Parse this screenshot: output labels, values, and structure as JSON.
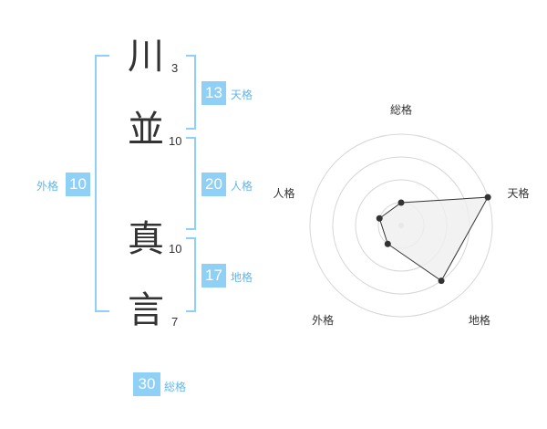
{
  "name": {
    "chars": [
      {
        "char": "川",
        "strokes": "3"
      },
      {
        "char": "並",
        "strokes": "10"
      },
      {
        "char": "真",
        "strokes": "10"
      },
      {
        "char": "言",
        "strokes": "7"
      }
    ]
  },
  "scores": {
    "tenkaku": {
      "value": "13",
      "label": "天格"
    },
    "jinkaku": {
      "value": "20",
      "label": "人格"
    },
    "chikaku": {
      "value": "17",
      "label": "地格"
    },
    "gaikaku": {
      "value": "10",
      "label": "外格"
    },
    "soukaku": {
      "value": "30",
      "label": "総格"
    }
  },
  "colors": {
    "accent": "#8fd0f7",
    "accent_text": "#61b7e8",
    "radar_fill": "#efefef",
    "radar_line": "#333333"
  },
  "chart_data": {
    "type": "radar",
    "axes": [
      "総格",
      "天格",
      "地格",
      "外格",
      "人格"
    ],
    "levels": 4,
    "max": 4,
    "values": [
      1,
      4,
      3,
      1,
      1
    ]
  }
}
